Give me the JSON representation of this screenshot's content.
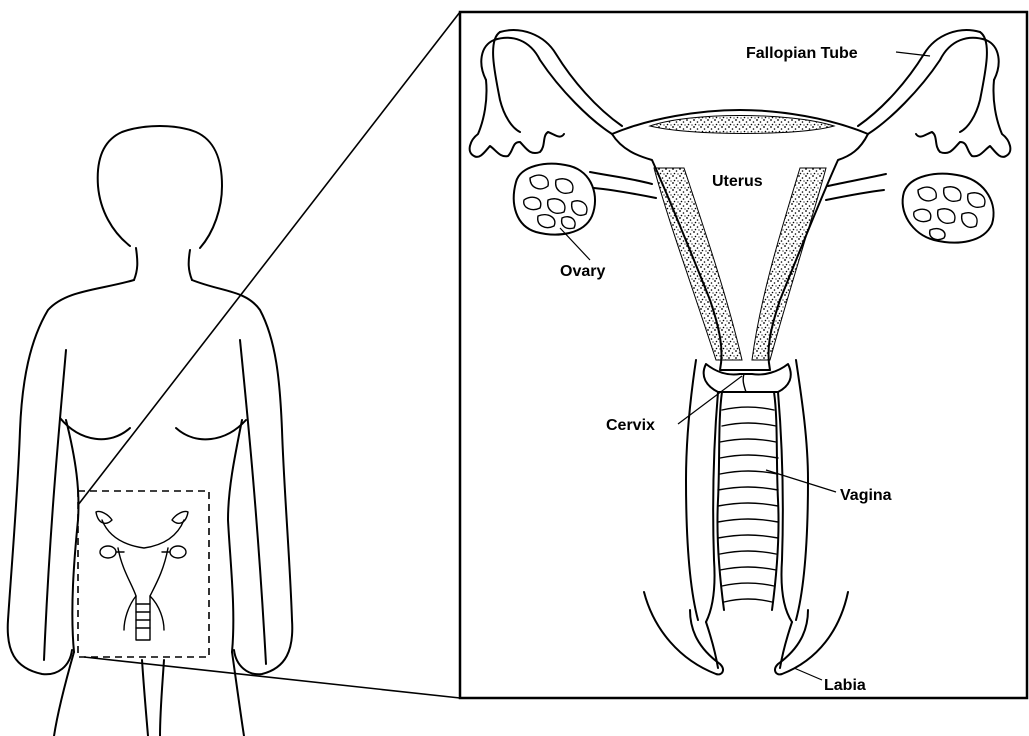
{
  "labels": {
    "fallopian_tube": "Fallopian Tube",
    "uterus": "Uterus",
    "ovary": "Ovary",
    "cervix": "Cervix",
    "vagina": "Vagina",
    "labia": "Labia"
  }
}
